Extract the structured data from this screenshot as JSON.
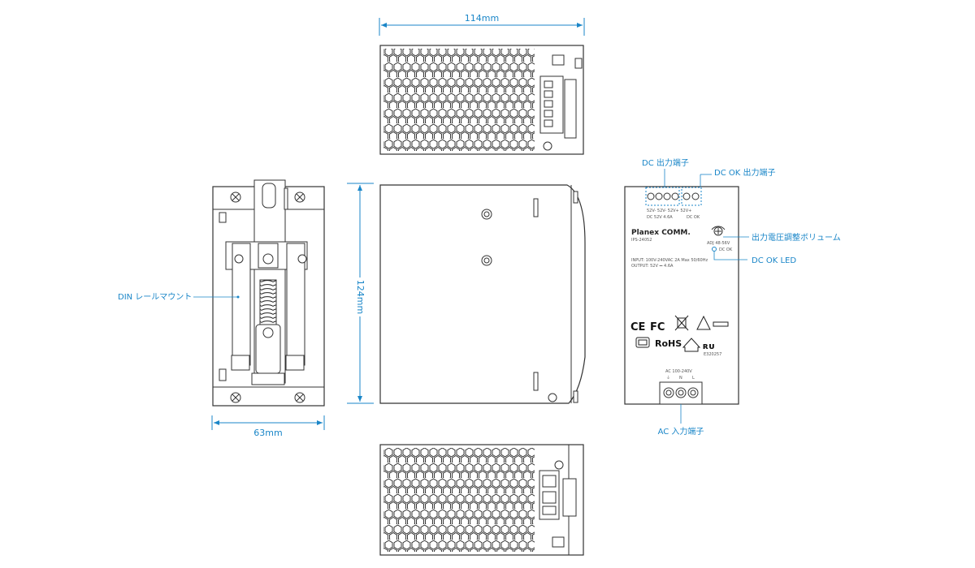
{
  "dimensions": {
    "width": "114mm",
    "height": "124mm",
    "depth": "63mm"
  },
  "callouts": {
    "din_rail": "DIN レールマウント",
    "dc_output": "DC 出力端子",
    "dc_ok_output": "DC OK 出力端子",
    "voltage_adjust": "出力電圧調整ボリューム",
    "dc_ok_led": "DC OK LED",
    "ac_input": "AC 入力端子"
  },
  "front_panel": {
    "brand": "Planex COMM.",
    "model": "IPS-24052",
    "input_spec": "INPUT: 100V-240VAC 2A Max 50/60Hz",
    "output_spec": "OUTPUT: 52V ⎓ 4.6A",
    "dc_terminal_labels": "52V- 52V- 52V+ 52V+",
    "dc_terminal_rating": "DC 52V 4.6A",
    "dc_ok_label": "DC OK",
    "adj_label": "ADJ 48-56V",
    "led_label": "DC OK",
    "ac_rating": "AC 100-240V",
    "ac_terminals": [
      "⏚",
      "N",
      "L"
    ],
    "cert_marks": [
      "CE",
      "FC",
      "RoHS"
    ],
    "cert_code": "E320257"
  },
  "colors": {
    "accent": "#1a86c8",
    "outline": "#333333"
  }
}
